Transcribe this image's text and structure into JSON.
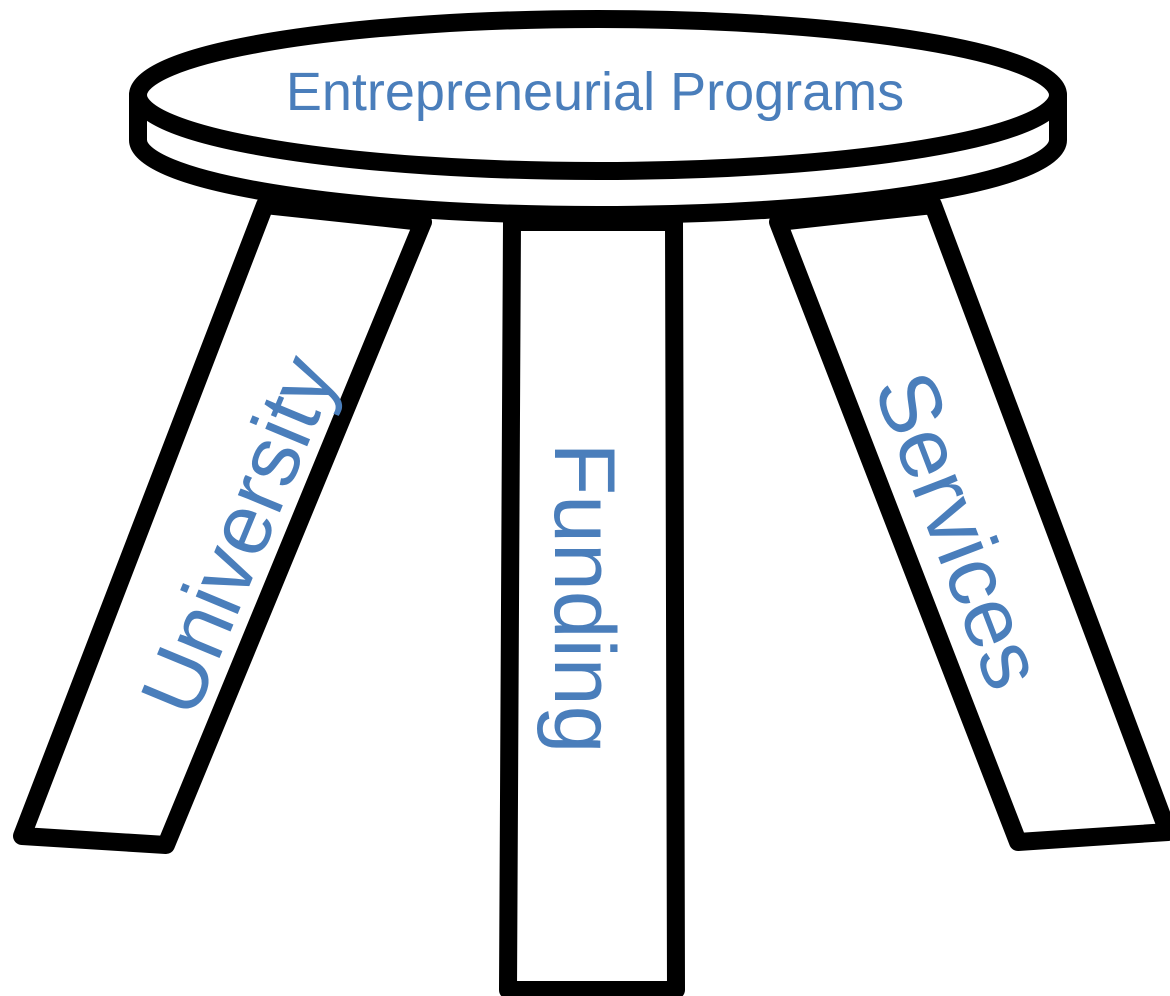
{
  "diagram": {
    "seat_label": "Entrepreneurial Programs",
    "legs": [
      {
        "id": "left",
        "label": "University"
      },
      {
        "id": "center",
        "label": "Funding"
      },
      {
        "id": "right",
        "label": "Services"
      }
    ]
  },
  "colors": {
    "label_text": "#4a7ebb",
    "outline": "#000000",
    "fill": "#ffffff"
  }
}
